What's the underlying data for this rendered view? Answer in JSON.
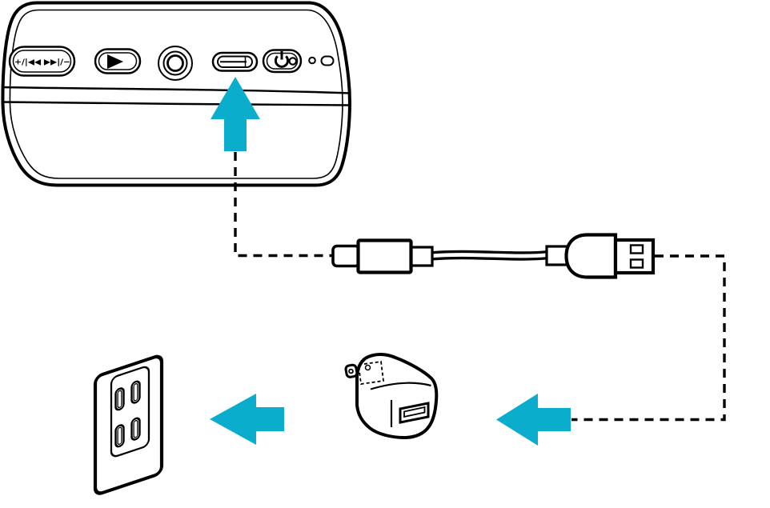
{
  "colors": {
    "arrow_accent": "#0badcd",
    "line_art": "#000000",
    "background": "#ffffff"
  },
  "speaker_panel": {
    "track_volume_button_label": "+/|◀◀ ▶▶|/−",
    "icons": {
      "play_button": "play-triangle-icon",
      "audio_jack": "concentric-rings-jack-icon",
      "usb_c_port": "usb-c-port-outline",
      "power_button": "power-symbol-icon",
      "indicators": [
        "round-indicator-lamp",
        "pill-indicator-lamp"
      ]
    }
  },
  "objects": {
    "usb_cable": "usb-c-to-usb-a-cable",
    "ac_adapter": "usb-ac-adapter-cube",
    "wall_outlet": "duplex-wall-outlet"
  },
  "arrows": [
    {
      "id": "arrow-into-usb-c-port",
      "direction": "up"
    },
    {
      "id": "arrow-cable-to-adapter",
      "direction": "left"
    },
    {
      "id": "arrow-adapter-to-outlet",
      "direction": "left"
    }
  ]
}
